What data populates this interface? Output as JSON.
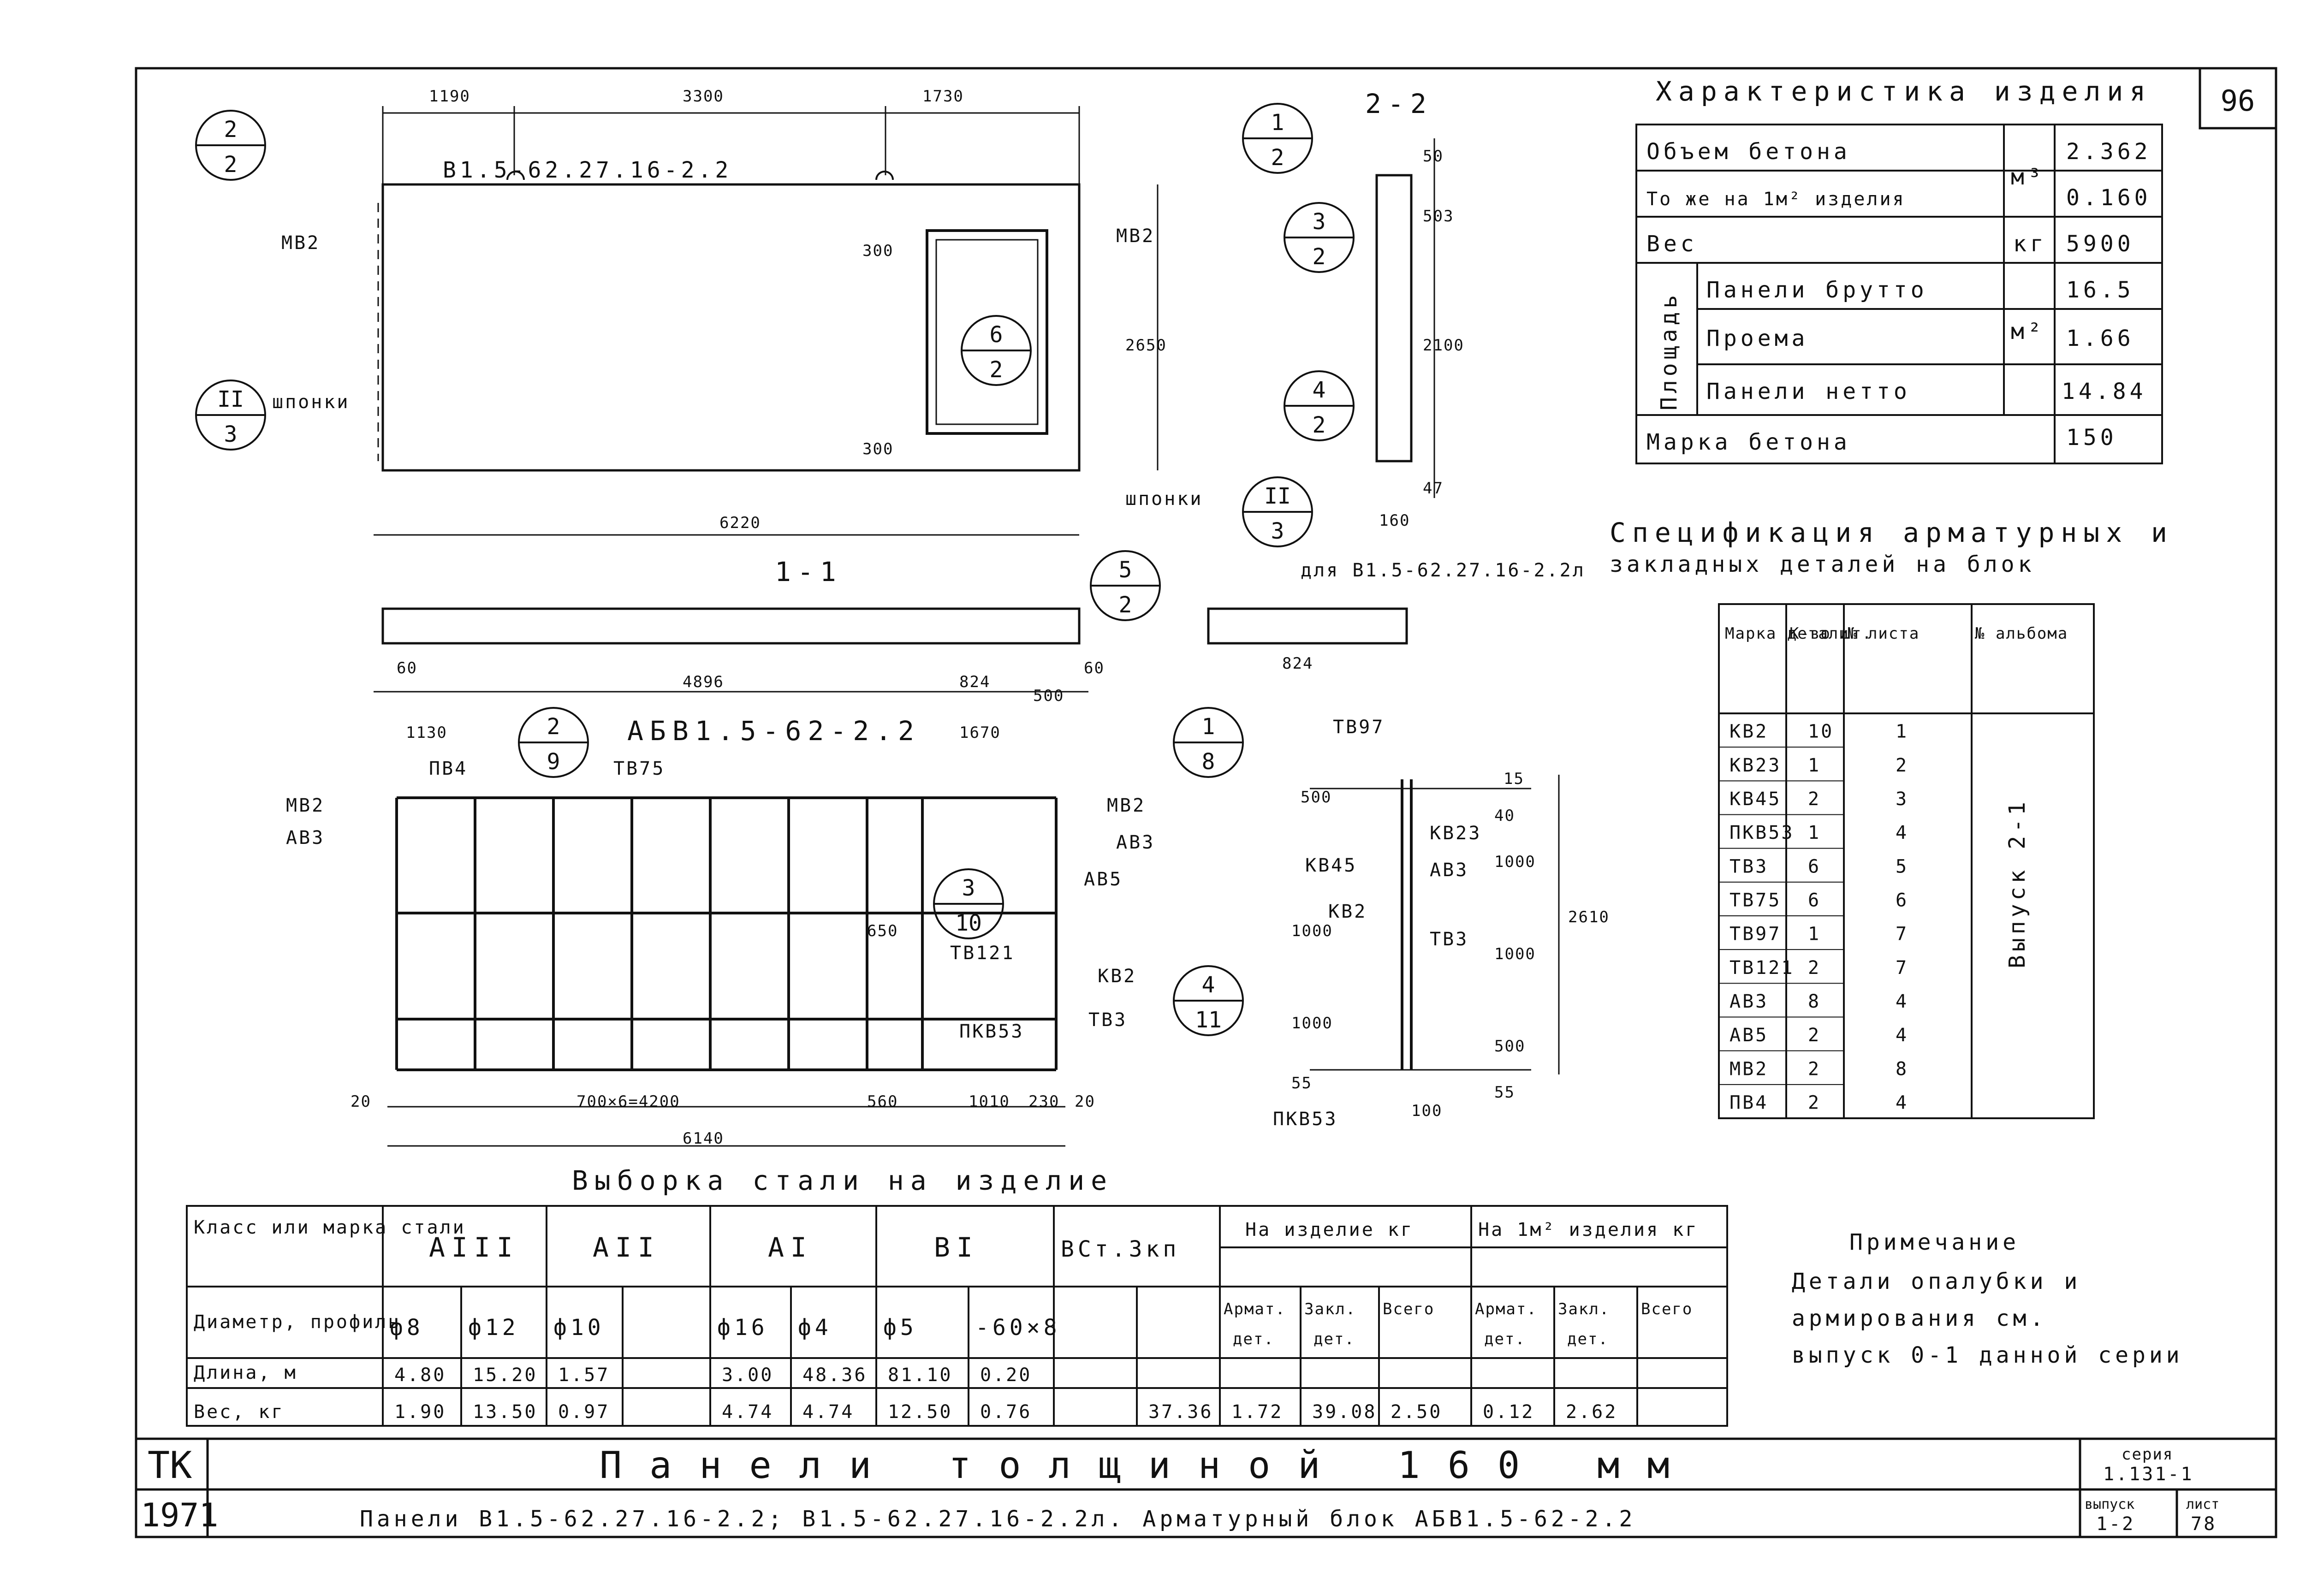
{
  "sheet_number": "96",
  "characteristics": {
    "title": "Характеристика изделия",
    "rows": [
      {
        "label": "Объем бетона",
        "unit": "м³",
        "value": "2.362"
      },
      {
        "label": "То же на 1м² изделия",
        "unit": "",
        "value": "0.160"
      },
      {
        "label": "Вес",
        "unit": "кг",
        "value": "5900"
      },
      {
        "label": "Панели брутто",
        "unit": "м²",
        "value": "16.5"
      },
      {
        "label": "Проема",
        "unit": "",
        "value": "1.66"
      },
      {
        "label": "Панели нетто",
        "unit": "",
        "value": "14.84"
      },
      {
        "label": "Марка бетона",
        "unit": "",
        "value": "150"
      }
    ],
    "area_group": "Площадь"
  },
  "specification": {
    "title_line1": "Спецификация арматурных и",
    "title_line2": "закладных деталей на блок",
    "headers": [
      "Марка детали",
      "К-во шт.",
      "№ листа",
      "№ альбома"
    ],
    "rows": [
      [
        "КВ2",
        "10",
        "1"
      ],
      [
        "КВ23",
        "1",
        "2"
      ],
      [
        "КВ45",
        "2",
        "3"
      ],
      [
        "ПКВ53",
        "1",
        "4"
      ],
      [
        "ТВ3",
        "6",
        "5"
      ],
      [
        "ТВ75",
        "6",
        "6"
      ],
      [
        "ТВ97",
        "1",
        "7"
      ],
      [
        "ТВ121",
        "2",
        "7"
      ],
      [
        "АВ3",
        "8",
        "4"
      ],
      [
        "АВ5",
        "2",
        "4"
      ],
      [
        "МВ2",
        "2",
        "8"
      ],
      [
        "ПВ4",
        "2",
        "4"
      ]
    ],
    "album": "Выпуск 2-1"
  },
  "steel": {
    "title": "Выборка стали на изделие",
    "header_class": "Класс или марка стали",
    "classes": [
      "АIII",
      "АII",
      "АI",
      "ВI",
      "ВСт.3кп"
    ],
    "on_item": "На изделие кг",
    "on_m2": "На 1м² изделия кг",
    "header_profile": "Диаметр, профиль",
    "profiles": [
      "ф8",
      "ф12",
      "ф10",
      "",
      "ф16",
      "ф4",
      "ф5",
      "-60×8",
      ""
    ],
    "sub_headers": [
      "Армат. дет.",
      "Закл. дет.",
      "Всего",
      "Армат. дет.",
      "Закл. дет.",
      "Всего"
    ],
    "length_label": "Длина, м",
    "length_values": [
      "4.80",
      "15.20",
      "1.57",
      "",
      "3.00",
      "48.36",
      "81.10",
      "0.20",
      "",
      "",
      "",
      "",
      "",
      "",
      ""
    ],
    "weight_label": "Вес, кг",
    "weight_values": [
      "1.90",
      "13.50",
      "0.97",
      "",
      "4.74",
      "4.74",
      "12.50",
      "0.76",
      "",
      "37.36",
      "1.72",
      "39.08",
      "2.50",
      "0.12",
      "2.62"
    ]
  },
  "note": {
    "title": "Примечание",
    "lines": [
      "Детали опалубки и",
      "армирования см.",
      "выпуск 0-1 данной серии"
    ]
  },
  "title_block": {
    "org": "ТК",
    "year": "1971",
    "title": "Панели толщиной 160 мм",
    "subtitle": "Панели В1.5-62.27.16-2.2; В1.5-62.27.16-2.2л. Арматурный блок АБВ1.5-62-2.2",
    "series_label": "серия",
    "series": "1.131-1",
    "issue_label": "выпуск",
    "issue": "1-2",
    "sheet_label": "лист",
    "sheet": "78"
  },
  "drawing": {
    "panel_mark": "В1.5-62.27.16-2.2",
    "block_mark": "АБВ1.5-62-2.2",
    "section_1": "1-1",
    "section_2": "2-2",
    "for_mark": "для В1.5-62.27.16-2.2л",
    "labels": [
      "МВ2",
      "МВ2",
      "шпонки",
      "шпонки",
      "ПВ4",
      "ТВ75",
      "МВ2",
      "АВ3",
      "МВ2",
      "АВ3",
      "АВ5",
      "ТВ121",
      "КВ2",
      "ТВ3",
      "ПКВ53",
      "ТВ97",
      "КВ23",
      "КВ45",
      "АВ3",
      "КВ2",
      "ТВ3",
      "ПКВ53"
    ],
    "dims": [
      "1190",
      "3300",
      "1730",
      "2650",
      "6220",
      "300",
      "300",
      "50",
      "503",
      "2100",
      "47",
      "160",
      "4896",
      "824",
      "500",
      "60",
      "60",
      "824",
      "1130",
      "1670",
      "700×6=4200",
      "560",
      "1010",
      "230",
      "20",
      "20",
      "6140",
      "650",
      "500",
      "1000",
      "1000",
      "500",
      "55",
      "55",
      "15",
      "40",
      "2610",
      "100",
      "1000",
      "1000"
    ],
    "callouts": [
      [
        "2",
        "2"
      ],
      [
        "1",
        "2"
      ],
      [
        "3",
        "2"
      ],
      [
        "6",
        "2"
      ],
      [
        "4",
        "2"
      ],
      [
        "II",
        "3"
      ],
      [
        "II",
        "3"
      ],
      [
        "5",
        "2"
      ],
      [
        "2",
        "9"
      ],
      [
        "1",
        "8"
      ],
      [
        "3",
        "10"
      ],
      [
        "4",
        "11"
      ]
    ]
  }
}
